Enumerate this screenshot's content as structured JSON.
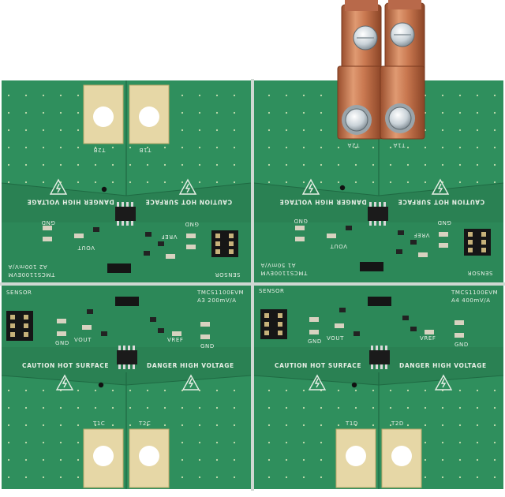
{
  "photo": {
    "subject": "four-quadrant evaluation board",
    "colors": {
      "background": "#ffffff",
      "pcb": "#2f8f5d",
      "pcb_dark": "#23744a",
      "silkscreen": "#e8efe6",
      "gold_pad": "#e6d7a6",
      "copper": "#c8774f",
      "chip": "#1b1b1b"
    },
    "icons": [
      "warning-triangle-icon",
      "terminal-lug-icon",
      "header-pin-icon"
    ]
  },
  "boards": {
    "top_left": {
      "hv_label": "DANGER HIGH VOLTAGE",
      "hot_label": "CAUTION HOT SURFACE",
      "model": "TMCS1100EVM",
      "variant": "A2 100mV/A",
      "sensor": "SENSOR",
      "terminal_a": "T2B",
      "terminal_b": "T1B",
      "gnd": "GND",
      "gnd2": "GND",
      "vref": "VREF",
      "vout": "VOUT"
    },
    "top_right": {
      "hv_label": "DANGER HIGH VOLTAGE",
      "hot_label": "CAUTION HOT SURFACE",
      "model": "TMCS1100EVM",
      "variant": "A1 50mV/A",
      "sensor": "SENSOR",
      "terminal_a": "T2A",
      "terminal_b": "T1A",
      "gnd": "GND",
      "gnd2": "GND",
      "vref": "VREF",
      "vout": "VOUT"
    },
    "bottom_left": {
      "hv_label": "DANGER HIGH VOLTAGE",
      "hot_label": "CAUTION HOT SURFACE",
      "model": "TMCS1100EVM",
      "variant": "A3 200mV/A",
      "sensor": "SENSOR",
      "terminal_a": "T1C",
      "terminal_b": "T2C",
      "gnd": "GND",
      "gnd2": "GND",
      "vref": "VREF",
      "vout": "VOUT"
    },
    "bottom_right": {
      "hv_label": "DANGER HIGH VOLTAGE",
      "hot_label": "CAUTION HOT SURFACE",
      "model": "TMCS1100EVM",
      "variant": "A4 400mV/A",
      "sensor": "SENSOR",
      "terminal_a": "T1D",
      "terminal_b": "T2D",
      "gnd": "GND",
      "gnd2": "GND",
      "vref": "VREF",
      "vout": "VOUT"
    }
  }
}
